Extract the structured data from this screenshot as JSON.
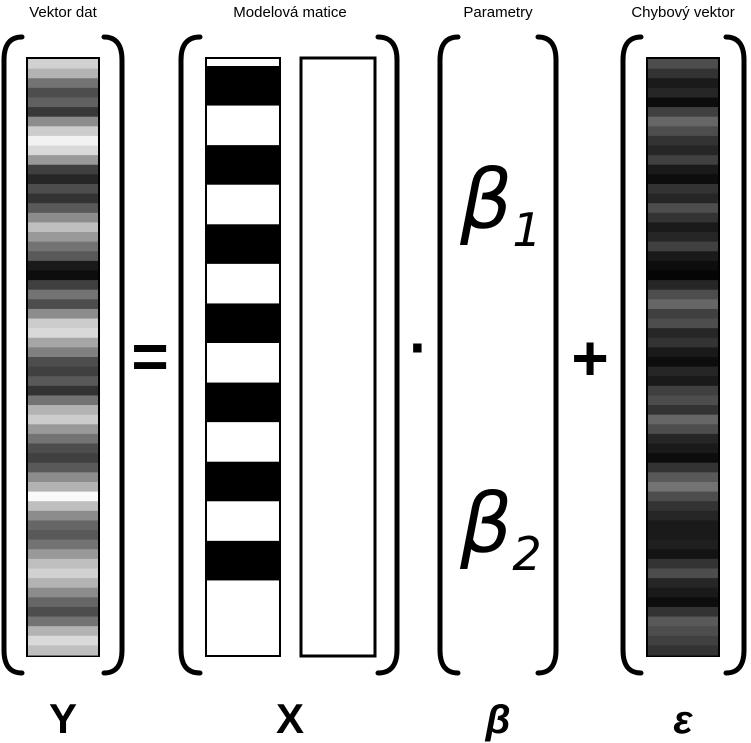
{
  "labels": {
    "data_vector": "Vektor dat",
    "model_matrix": "Modelová matice",
    "parameters": "Parametry",
    "error_vector": "Chybový vektor"
  },
  "symbols": {
    "Y": "Y",
    "X": "X",
    "beta": "β",
    "epsilon": "ε"
  },
  "operators": {
    "equals": "=",
    "dot": "·",
    "plus": "+"
  },
  "params": {
    "beta_letter": "β",
    "beta1_sub": "1",
    "beta2_sub": "2"
  },
  "data_vector_gray": [
    0.82,
    0.7,
    0.45,
    0.3,
    0.38,
    0.22,
    0.55,
    0.8,
    0.95,
    0.85,
    0.6,
    0.25,
    0.15,
    0.3,
    0.2,
    0.35,
    0.55,
    0.75,
    0.6,
    0.45,
    0.35,
    0.1,
    0.05,
    0.25,
    0.45,
    0.3,
    0.55,
    0.8,
    0.85,
    0.65,
    0.5,
    0.3,
    0.25,
    0.35,
    0.2,
    0.45,
    0.7,
    0.8,
    0.6,
    0.45,
    0.3,
    0.25,
    0.35,
    0.55,
    0.7,
    0.98,
    0.75,
    0.55,
    0.4,
    0.35,
    0.45,
    0.6,
    0.75,
    0.82,
    0.7,
    0.55,
    0.4,
    0.3,
    0.45,
    0.7,
    0.85,
    0.75
  ],
  "error_vector_gray": [
    0.3,
    0.2,
    0.1,
    0.15,
    0.05,
    0.25,
    0.4,
    0.3,
    0.2,
    0.15,
    0.25,
    0.1,
    0.05,
    0.2,
    0.15,
    0.3,
    0.2,
    0.1,
    0.15,
    0.25,
    0.1,
    0.05,
    0.02,
    0.15,
    0.3,
    0.4,
    0.25,
    0.3,
    0.15,
    0.2,
    0.1,
    0.05,
    0.15,
    0.1,
    0.25,
    0.3,
    0.2,
    0.4,
    0.3,
    0.15,
    0.1,
    0.05,
    0.2,
    0.35,
    0.45,
    0.3,
    0.2,
    0.15,
    0.1,
    0.1,
    0.12,
    0.08,
    0.2,
    0.3,
    0.15,
    0.1,
    0.05,
    0.2,
    0.35,
    0.3,
    0.25,
    0.2
  ],
  "design_blocks": 7
}
